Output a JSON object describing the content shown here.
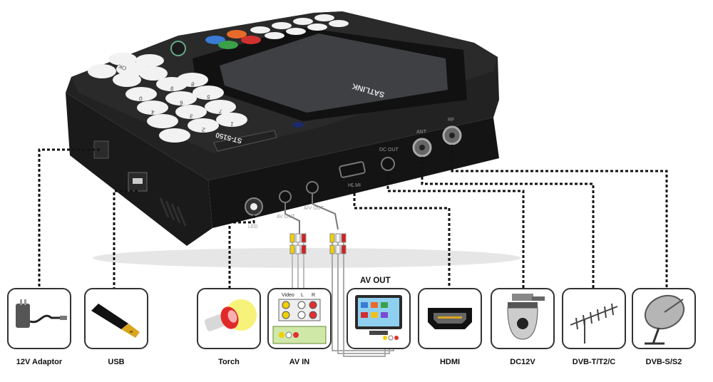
{
  "device": {
    "model": "ST-5150",
    "brand": "SATLINK",
    "ok_key": "OK",
    "digit_keys": [
      "1",
      "2",
      "3",
      "4",
      "5",
      "6",
      "7",
      "8",
      "9",
      "0"
    ],
    "side_labels": [
      "LED",
      "AV OUT",
      "A/V OUT",
      "HDMI",
      "DC OUT",
      "ANT",
      "RF"
    ]
  },
  "av_out_title": "AV  OUT",
  "connectors": [
    {
      "id": "adaptor",
      "label": "12V Adaptor",
      "icon": "power-adaptor-icon"
    },
    {
      "id": "usb",
      "label": "USB",
      "icon": "usb-stick-icon"
    },
    {
      "id": "torch",
      "label": "Torch",
      "icon": "torch-icon"
    },
    {
      "id": "avin",
      "label": "AV  IN",
      "icon": "av-jack-panel-icon",
      "panel_labels": [
        "Video",
        "L",
        "R"
      ]
    },
    {
      "id": "avout",
      "label": "",
      "icon": "monitor-icon"
    },
    {
      "id": "hdmi",
      "label": "HDMI",
      "icon": "hdmi-icon"
    },
    {
      "id": "dc12v",
      "label": "DC12V",
      "icon": "dome-camera-icon"
    },
    {
      "id": "dvbt",
      "label": "DVB-T/T2/C",
      "icon": "terrestrial-antenna-icon"
    },
    {
      "id": "dvbs",
      "label": "DVB-S/S2",
      "icon": "satellite-dish-icon"
    }
  ],
  "colors": {
    "device_body": "#1c1c1c",
    "keys": "#f2f2f2",
    "screen": "#3e4044",
    "cable_yellow": "#e8c800",
    "cable_red": "#d02020",
    "cable_white": "#f4f4f4",
    "dotted_line": "#111111"
  }
}
